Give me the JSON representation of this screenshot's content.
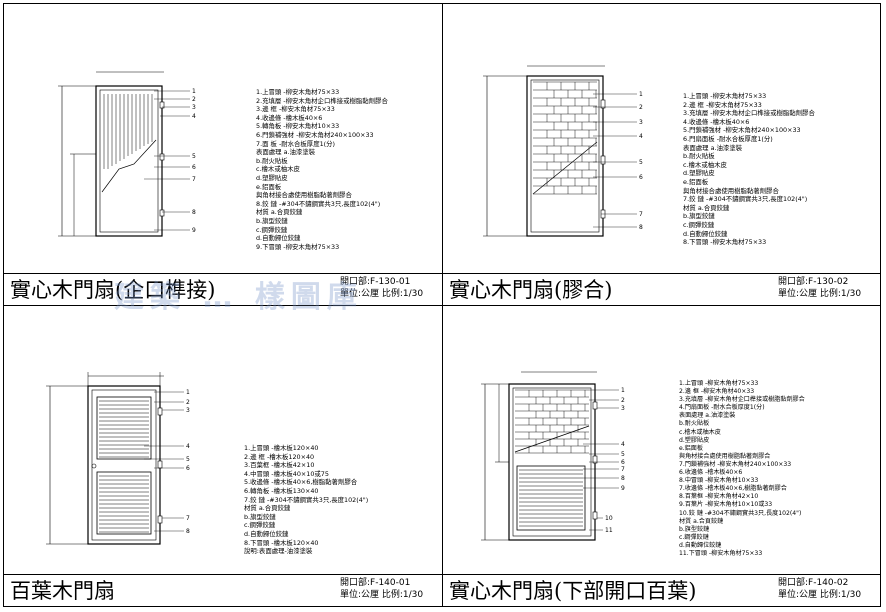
{
  "watermark": "建築 … 樣圖庫",
  "panels": [
    {
      "title": "實心木門扇(企口榫接)",
      "code": "開口部:F-130-01",
      "scale": "單位:公厘 比例:1/30",
      "callouts": [
        "1",
        "2",
        "3",
        "4",
        "5",
        "6",
        "7",
        "8",
        "9"
      ],
      "notes": [
        "1.上冒頭 -柳安木角材75×33",
        "2.充填層 -柳安木角材企口榫接或樹脂黏劑膠合",
        "3.邊  框 -柳安木角材75×33",
        "4.收邊條 -檜木板40×6",
        "5.轉角板 -柳安木角材10×33",
        "6.門鎖補強材 -柳安木角材240×100×33",
        "7.面  板 -耐水合板厚度1(分)",
        "    表面處理 a.油漆塗裝",
        "              b.耐火貼板",
        "              c.檜木或柚木皮",
        "              d.塑膠貼皮",
        "              e.鋁面板",
        "   與角材接合處使用樹脂黏著劑膠合",
        "8.鉸  鏈 -#304不鏽鋼實共3只,長度102(4\")",
        "   材質 a.合頁鉸鏈",
        "         b.旗型鉸鏈",
        "         c.鋼彈鉸鏈",
        "         d.自動歸位鉸鏈",
        "9.下冒頭 -柳安木角材75×33"
      ]
    },
    {
      "title": "實心木門扇(膠合)",
      "code": "開口部:F-130-02",
      "scale": "單位:公厘 比例:1/30",
      "callouts": [
        "1",
        "2",
        "3",
        "4",
        "5",
        "6",
        "7",
        "8"
      ],
      "notes": [
        "1.上冒頭 -柳安木角材75×33",
        "2.邊  框 -柳安木角材75×33",
        "3.充填層 -柳安木角材企口榫接或樹脂黏劑膠合",
        "4.收邊條 -檜木板40×6",
        "5.門鎖補強材 -柳安木角材240×100×33",
        "6.門扇面板 -耐水合板厚度1(分)",
        "   表面處理 a.油漆塗裝",
        "              b.耐火貼板",
        "              c.檜木或柚木皮",
        "              d.塑膠貼皮",
        "              e.鋁面板",
        "   與角材接合處使用樹脂黏著劑膠合",
        "7.鉸  鏈 -#304不鏽鋼實共3只,長度102(4\")",
        "   材質 a.合頁鉸鏈",
        "         b.旗型鉸鏈",
        "         c.鋼彈鉸鏈",
        "         d.自動歸位鉸鏈",
        "8.下冒頭 -柳安木角材75×33"
      ]
    },
    {
      "title": "百葉木門扇",
      "code": "開口部:F-140-01",
      "scale": "單位:公厘 比例:1/30",
      "callouts": [
        "1",
        "2",
        "3",
        "4",
        "5",
        "6",
        "7",
        "8"
      ],
      "notes": [
        "1.上冒頭 -檜木板120×40",
        "2.邊  框 -檜木板120×40",
        "3.百葉框 -檜木板42×10",
        "4.中冒頭 -檜木板40×10或75",
        "5.收邊條 -檜木板40×6,樹脂黏著劑膠合",
        "6.轉角板 -檜木板130×40",
        "7.鉸  鏈 -#304不鏽鋼實共3只,長度102(4\")",
        "   材質 a.合頁鉸鏈",
        "         b.旗型鉸鏈",
        "         c.鋼彈鉸鏈",
        "         d.自動歸位鉸鏈",
        "8.下冒頭 -檜木板120×40",
        "說明:表面處理-油漆塗裝"
      ]
    },
    {
      "title": "實心木門扇(下部開口百葉)",
      "code": "開口部:F-140-02",
      "scale": "單位:公厘 比例:1/30",
      "callouts": [
        "1",
        "2",
        "3",
        "4",
        "5",
        "6",
        "7",
        "8",
        "9",
        "10",
        "11"
      ],
      "notes": [
        "1.上冒頭 -柳安木角材75×33",
        "2.邊  框 -柳安木角材40×33",
        "3.充填層 -柳安木角材企口榫接或樹脂黏劑膠合",
        "4.門扇面板 -耐水合板厚度1(分)",
        "   表面處理 a.油漆塗裝",
        "              b.耐火貼板",
        "              c.檜木或柚木皮",
        "              d.塑膠貼皮",
        "              e.鋁面板",
        "   與角材接合處使用樹脂黏著劑膠合",
        "7.門鎖補強材 -柳安木角材240×100×33",
        "6.收邊條 -檜木板40×6",
        "8.中冒頭 -柳安木角材10×33",
        "7.收邊條 -檜木板40×6,樹脂黏著劑膠合",
        "8.百葉框 -柳安木角材42×10",
        "9.百葉片 -柳安木角材10×10或33",
        "10.鉸  鏈 -#304不鏽鋼實共3只,長度102(4\")",
        "   材質 a.合頁鉸鏈",
        "         b.旗型鉸鏈",
        "         c.鋼彈鉸鏈",
        "         d.自動歸位鉸鏈",
        "11.下冒頭 -柳安木角材75×33"
      ]
    }
  ]
}
